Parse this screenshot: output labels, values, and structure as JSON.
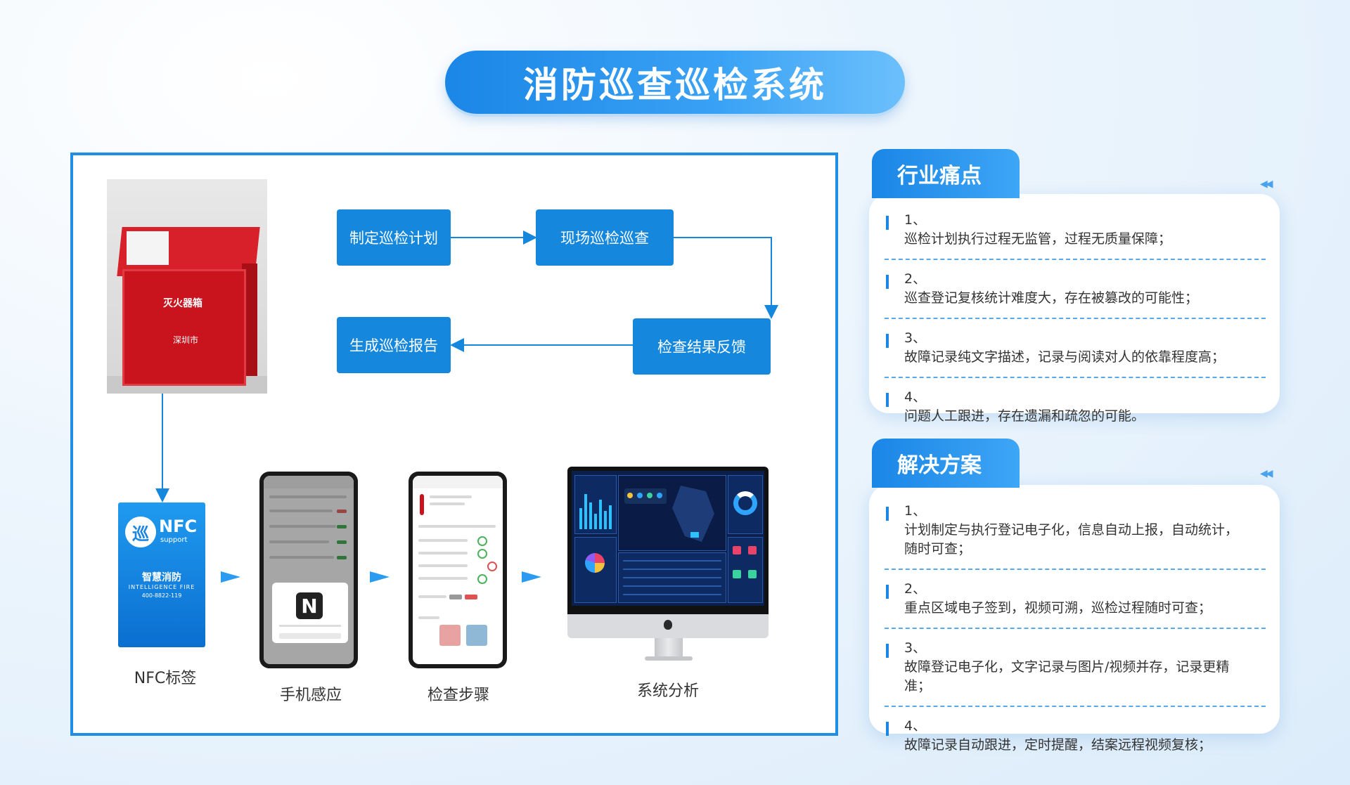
{
  "title": "消防巡查巡检系统",
  "flow": {
    "step1": "制定巡检计划",
    "step2": "现场巡检巡查",
    "step3": "检查结果反馈",
    "step4": "生成巡检报告"
  },
  "fire_box": {
    "label": "灭火器箱",
    "city": "深圳市"
  },
  "nfc_card": {
    "logo_text": "NFC",
    "logo_sub": "support",
    "name": "智慧消防",
    "name_en": "INTELLIGENCE FIRE",
    "phone": "400-8822-119"
  },
  "steps": [
    {
      "label": "NFC标签"
    },
    {
      "label": "手机感应"
    },
    {
      "label": "检查步骤"
    },
    {
      "label": "系统分析"
    }
  ],
  "pain_points": {
    "heading": "行业痛点",
    "items": [
      {
        "num": "1、",
        "text": "巡检计划执行过程无监管，过程无质量保障；"
      },
      {
        "num": "2、",
        "text": "巡查登记复核统计难度大，存在被篡改的可能性；"
      },
      {
        "num": "3、",
        "text": "故障记录纯文字描述，记录与阅读对人的依靠程度高；"
      },
      {
        "num": "4、",
        "text": "问题人工跟进，存在遗漏和疏忽的可能。"
      }
    ]
  },
  "solutions": {
    "heading": "解决方案",
    "items": [
      {
        "num": "1、",
        "text": "计划制定与执行登记电子化，信息自动上报，自动统计，随时可查；"
      },
      {
        "num": "2、",
        "text": "重点区域电子签到，视频可溯，巡检过程随时可查；"
      },
      {
        "num": "3、",
        "text": "故障登记电子化，文字记录与图片/视频并存，记录更精准；"
      },
      {
        "num": "4、",
        "text": "故障记录自动跟进，定时提醒，结案远程视频复核；"
      }
    ]
  },
  "colors": {
    "primary": "#1588de",
    "accent": "#1a86e6",
    "fire_red": "#d8202a"
  }
}
